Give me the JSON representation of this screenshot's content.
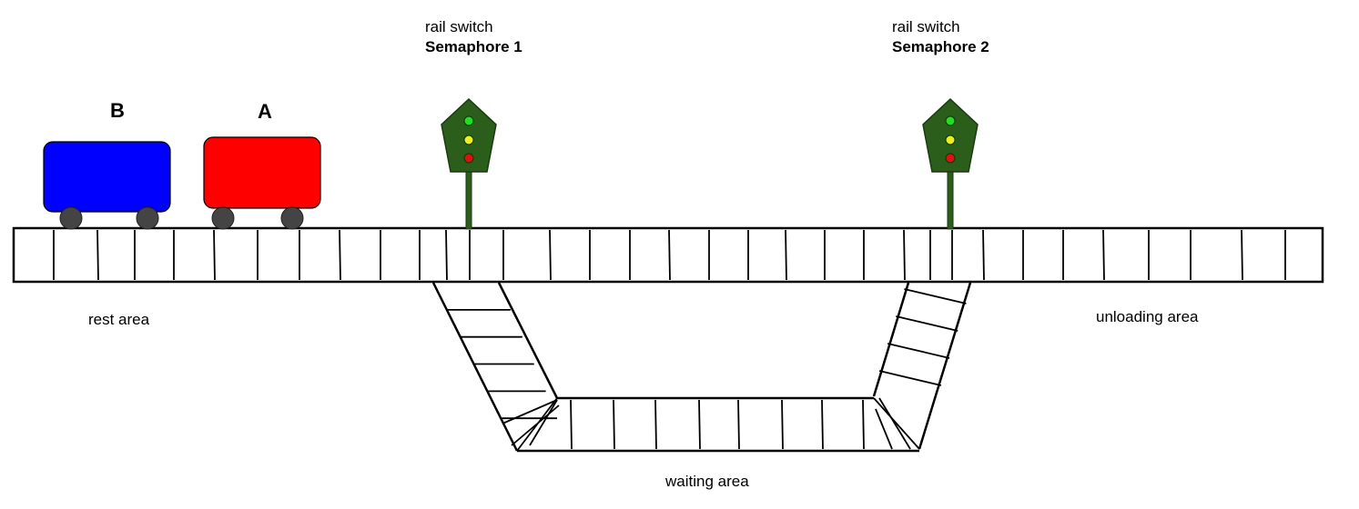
{
  "semaphores": [
    {
      "caption": "rail switch",
      "name": "Semaphore 1"
    },
    {
      "caption": "rail switch",
      "name": "Semaphore 2"
    }
  ],
  "cars": [
    {
      "letter": "B",
      "color": "#0000ff"
    },
    {
      "letter": "A",
      "color": "#ff0000"
    }
  ],
  "areas": {
    "rest": "rest area",
    "unloading": "unloading area",
    "waiting": "waiting area"
  },
  "colors": {
    "semaphore_body": "#2a5e1a",
    "wheel": "#444444",
    "light_top": "#22dd22",
    "light_middle": "#eeee22",
    "light_bottom": "#dd1111"
  }
}
